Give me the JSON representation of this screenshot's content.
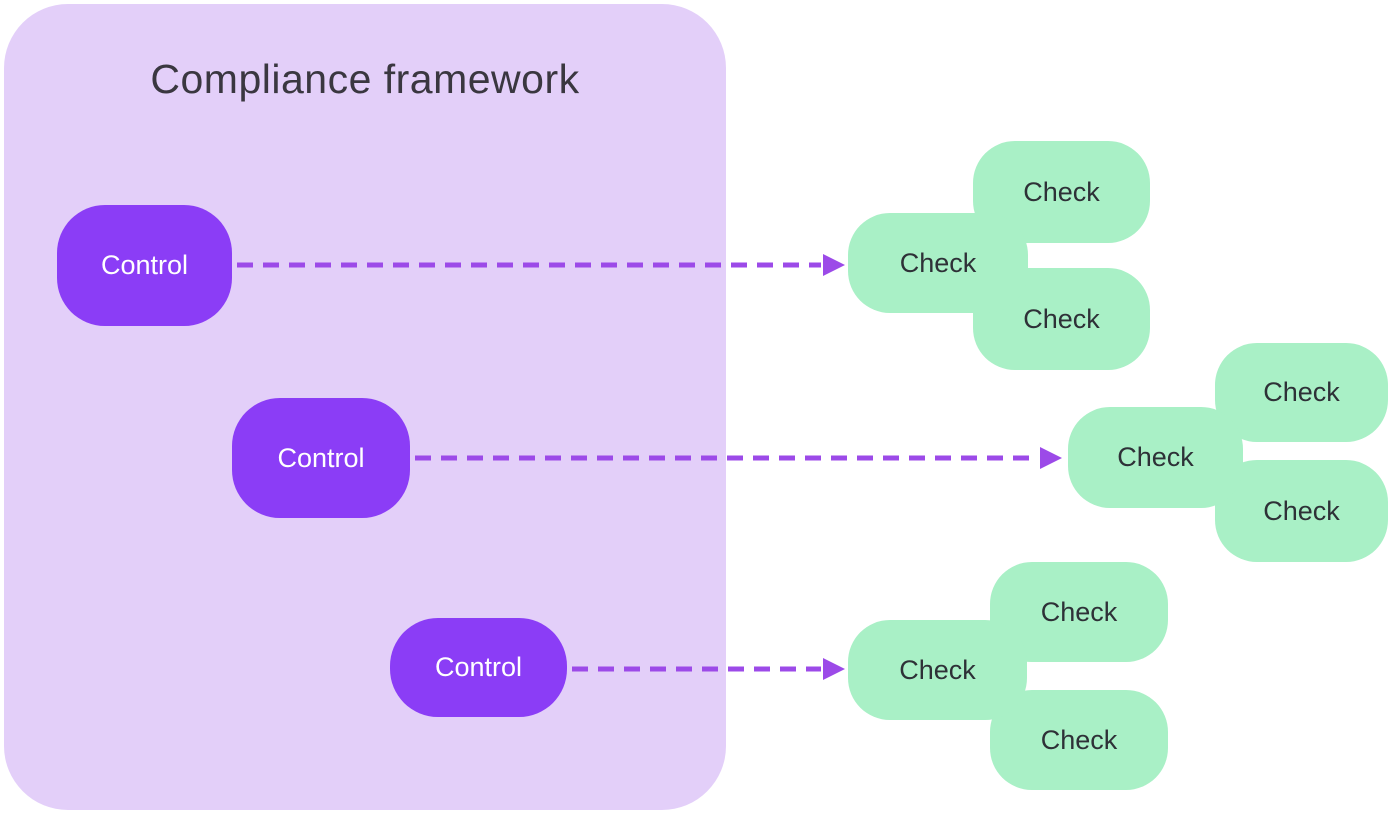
{
  "panel": {
    "title": "Compliance framework"
  },
  "controls": [
    {
      "label": "Control"
    },
    {
      "label": "Control"
    },
    {
      "label": "Control"
    }
  ],
  "clusters": [
    {
      "checks": [
        {
          "label": "Check"
        },
        {
          "label": "Check"
        },
        {
          "label": "Check"
        }
      ]
    },
    {
      "checks": [
        {
          "label": "Check"
        },
        {
          "label": "Check"
        },
        {
          "label": "Check"
        }
      ]
    },
    {
      "checks": [
        {
          "label": "Check"
        },
        {
          "label": "Check"
        },
        {
          "label": "Check"
        }
      ]
    }
  ],
  "colors": {
    "background": "#FFFFFF",
    "panel_fill": "#E3CFF9",
    "control_fill": "#8B3DF6",
    "control_text": "#FFFFFF",
    "check_fill": "#A9F0C6",
    "check_text": "#2E3137",
    "title_text": "#3A3740",
    "arrow": "#9C4AE8"
  }
}
